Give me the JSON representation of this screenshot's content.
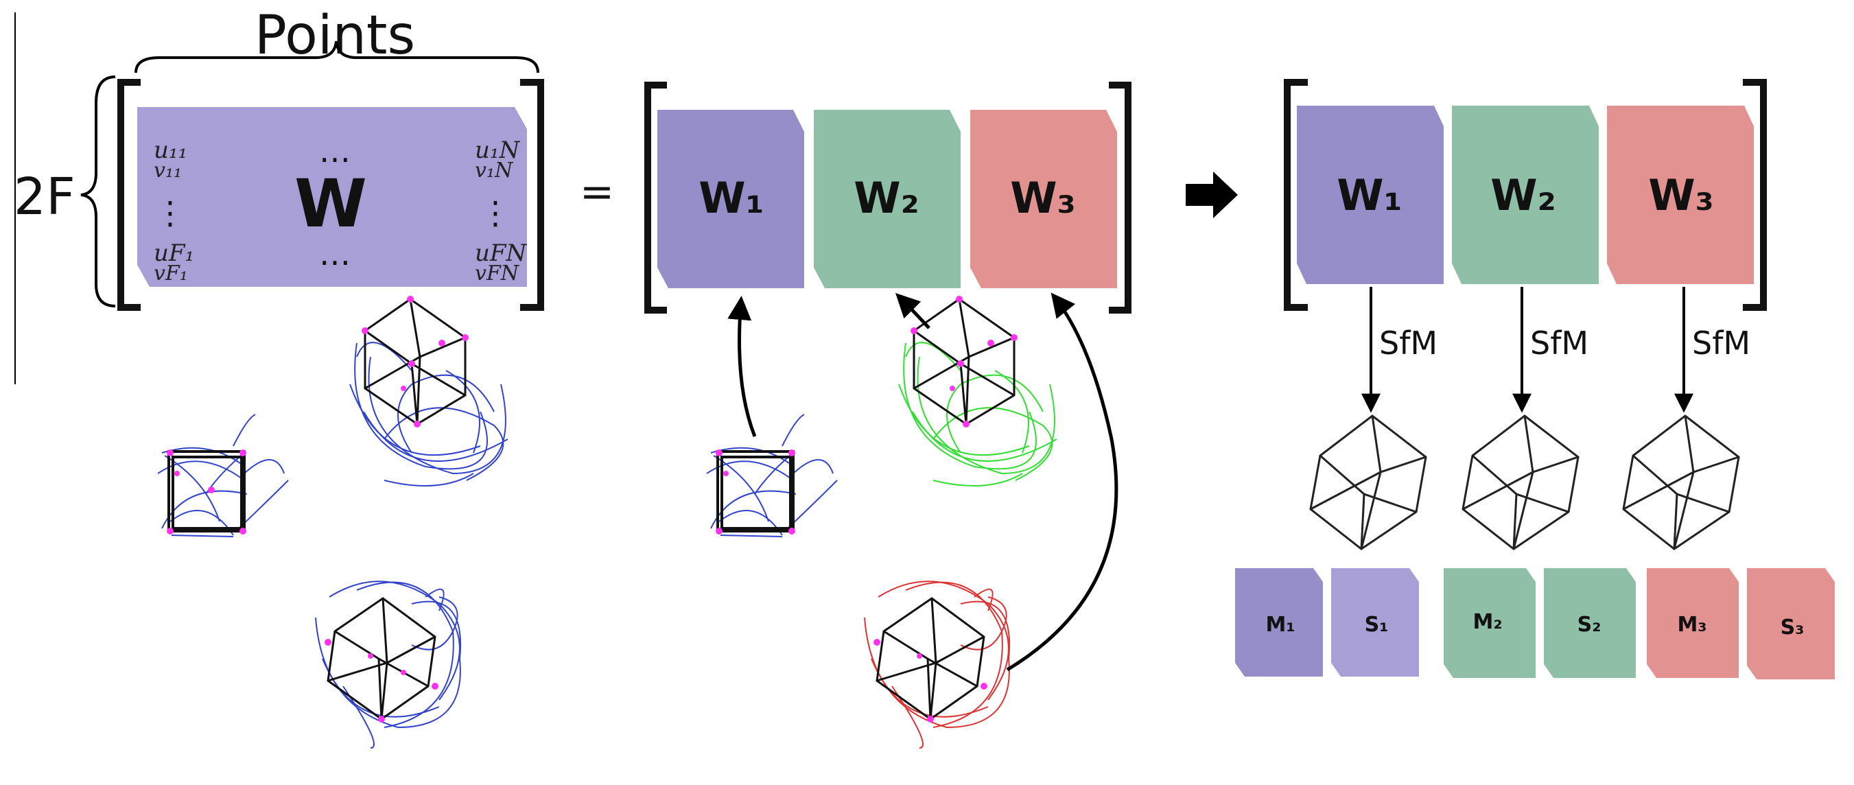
{
  "left_matrix": {
    "points_label": "Points",
    "rows_label": "2F",
    "main_label": "W",
    "entries": {
      "top_left_u": "u₁₁",
      "top_left_v": "v₁₁",
      "top_dots": "…",
      "top_right_u": "u₁N",
      "top_right_v": "v₁N",
      "left_vdots": "⋮",
      "right_vdots": "⋮",
      "bottom_left_u": "uF₁",
      "bottom_left_v": "vF₁",
      "bottom_dots": "…",
      "bottom_right_u": "uFN",
      "bottom_right_v": "vFN"
    }
  },
  "equals": "=",
  "segmented_blocks": [
    "W₁",
    "W₂",
    "W₃"
  ],
  "sfm_label": "SfM",
  "output_blocks": [
    {
      "M": "M₁",
      "S": "S₁"
    },
    {
      "M": "M₂",
      "S": "S₂"
    },
    {
      "M": "M₃",
      "S": "S₃"
    }
  ],
  "colors": {
    "purple": "#9b93cb",
    "green": "#8fbfa7",
    "red": "#e29391",
    "traj_blue": "#3344cc",
    "traj_green": "#33dd33",
    "traj_red": "#dd3333",
    "marker": "#ff33ee"
  }
}
